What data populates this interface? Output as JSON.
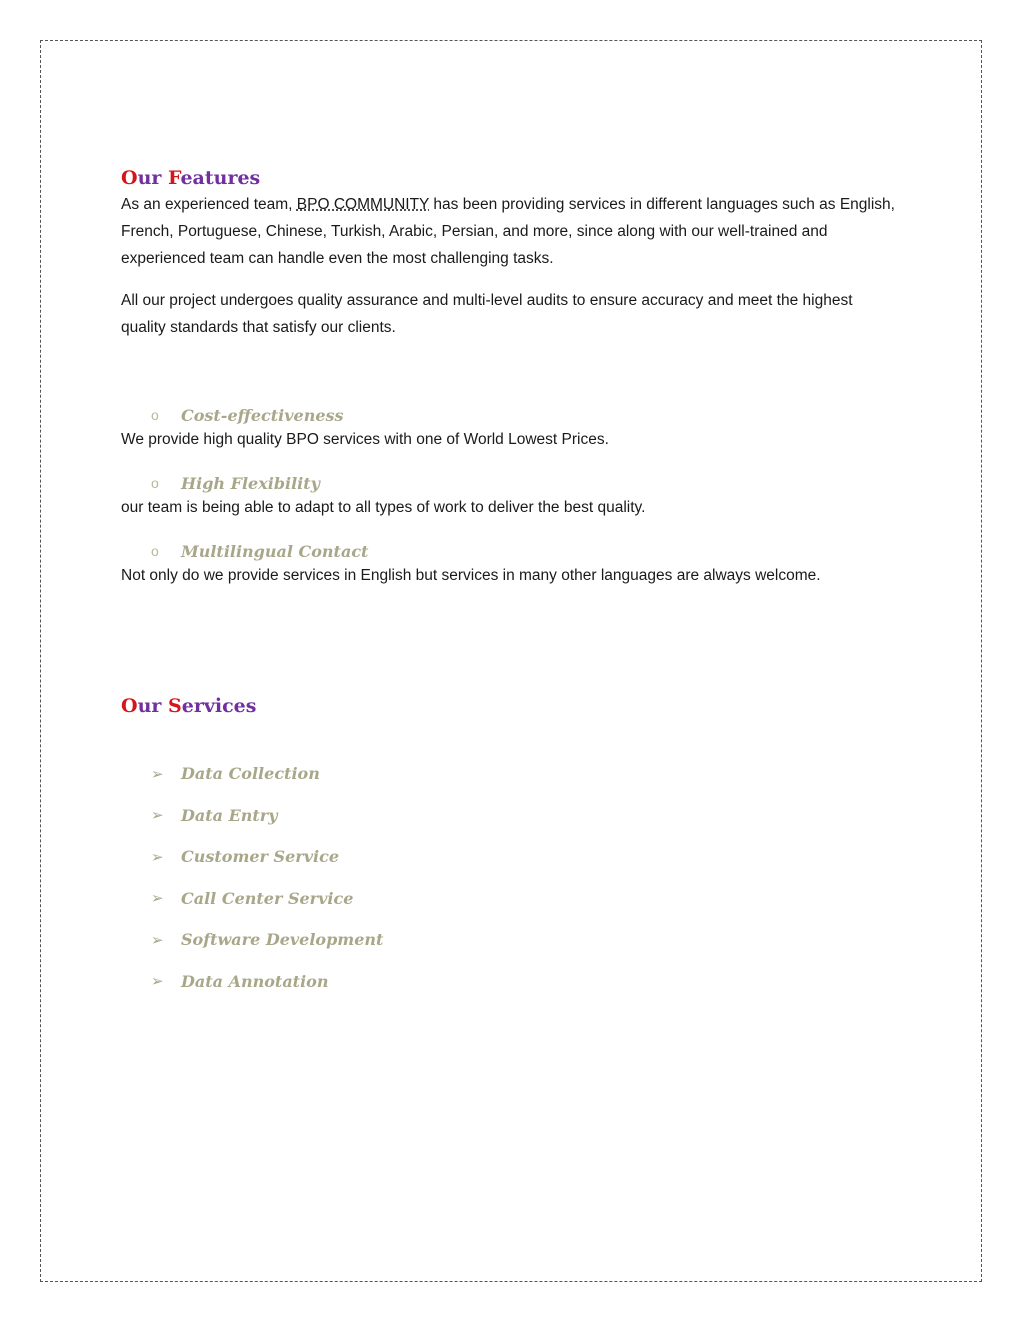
{
  "features": {
    "heading_first": "O",
    "heading_ur": "ur ",
    "heading_f": "F",
    "heading_rest": "eatures",
    "intro_part1": "As an experienced team, ",
    "intro_brand": "BPO COMMUNITY",
    "intro_part2": " has been providing services in different languages such as English, French, Portuguese, Chinese, Turkish, Arabic, Persian, and more, since along with our well-trained and experienced team can handle even the most challenging tasks.",
    "intro_para2": "All our project undergoes quality assurance and multi-level audits to ensure accuracy and meet the highest quality standards that satisfy our clients.",
    "items": [
      {
        "title": "Cost-effectiveness",
        "description": "We provide high quality BPO services with one of World Lowest Prices."
      },
      {
        "title": "High Flexibility",
        "description": "our team is being able to adapt to all types of work to deliver the best quality."
      },
      {
        "title": "Multilingual Contact",
        "description": "Not only do we provide services in English but services in many other languages are always welcome."
      }
    ],
    "bullet_glyph": "o"
  },
  "services": {
    "heading_first": "O",
    "heading_ur": "ur ",
    "heading_s": "S",
    "heading_rest": "ervices",
    "bullet_glyph": "➢",
    "items": [
      "Data Collection",
      "Data Entry",
      "Customer Service",
      "Call Center Service",
      "Software Development",
      "Data Annotation"
    ]
  },
  "colors": {
    "heading_capital": "#d6141b",
    "heading_text": "#7030a0",
    "list_label": "#a9a78a"
  }
}
